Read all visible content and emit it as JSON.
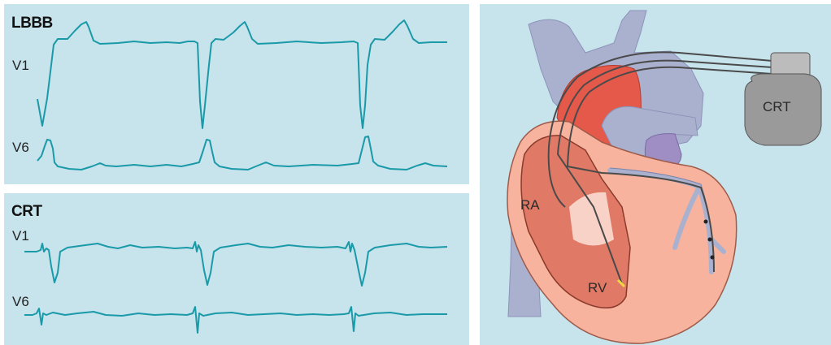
{
  "lbbb": {
    "title": "LBBB",
    "lead_top": "V1",
    "lead_bottom": "V6"
  },
  "crt_ecg": {
    "title": "CRT",
    "lead_top": "V1",
    "lead_bottom": "V6"
  },
  "heart": {
    "device_label": "CRT",
    "ra_label": "RA",
    "rv_label": "RV"
  },
  "colors": {
    "panel_bg": "#c7e3ec",
    "trace": "#1a9aa8",
    "vessel": "#aab1cf",
    "heart_outer": "#f7b39d",
    "aorta": "#e4594a"
  }
}
